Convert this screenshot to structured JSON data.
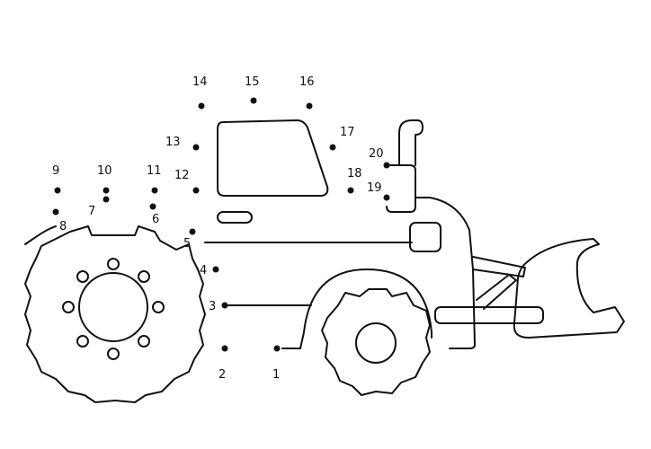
{
  "puzzle": {
    "line_color": "#111111",
    "dot_color": "#111111",
    "background": "#ffffff",
    "dots": [
      {
        "n": "1"
      },
      {
        "n": "2"
      },
      {
        "n": "3"
      },
      {
        "n": "4"
      },
      {
        "n": "5"
      },
      {
        "n": "6"
      },
      {
        "n": "7"
      },
      {
        "n": "8"
      },
      {
        "n": "9"
      },
      {
        "n": "10"
      },
      {
        "n": "11"
      },
      {
        "n": "12"
      },
      {
        "n": "13"
      },
      {
        "n": "14"
      },
      {
        "n": "15"
      },
      {
        "n": "16"
      },
      {
        "n": "17"
      },
      {
        "n": "18"
      },
      {
        "n": "19"
      },
      {
        "n": "20"
      }
    ]
  }
}
